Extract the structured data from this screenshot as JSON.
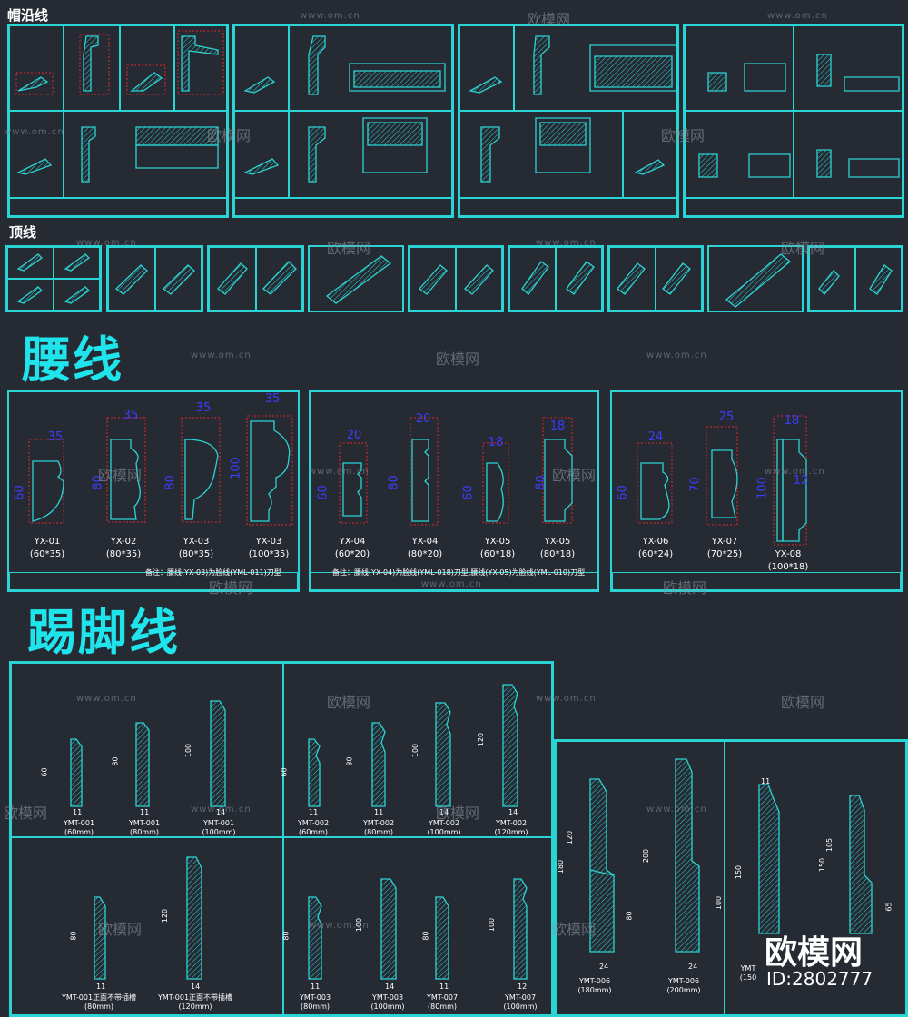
{
  "sections": {
    "maoyan": "帽沿线",
    "dingxian": "顶线",
    "yaoxian": "腰线",
    "tijiao": "踢脚线"
  },
  "waist_profiles": [
    {
      "code": "YX-01",
      "size": "(60*35)",
      "w": "35",
      "h": "60"
    },
    {
      "code": "YX-02",
      "size": "(80*35)",
      "w": "35",
      "h": "80"
    },
    {
      "code": "YX-03",
      "size": "(80*35)",
      "w": "35",
      "h": "80"
    },
    {
      "code": "YX-03",
      "size": "(100*35)",
      "w": "35",
      "h": "100"
    },
    {
      "code": "YX-04",
      "size": "(60*20)",
      "w": "20",
      "h": "60"
    },
    {
      "code": "YX-04",
      "size": "(80*20)",
      "w": "20",
      "h": "80"
    },
    {
      "code": "YX-05",
      "size": "(60*18)",
      "w": "18",
      "h": "60"
    },
    {
      "code": "YX-05",
      "size": "(80*18)",
      "w": "18",
      "h": "80"
    },
    {
      "code": "YX-06",
      "size": "(60*24)",
      "w": "24",
      "h": "60"
    },
    {
      "code": "YX-07",
      "size": "(70*25)",
      "w": "25",
      "h": "70"
    },
    {
      "code": "YX-08",
      "size": "(100*18)",
      "w": "18",
      "h": "100",
      "extra": "12"
    }
  ],
  "waist_notes": [
    "备注：腰线(YX-03)为脸线(YML-011)刀型",
    "备注：腰线(YX-04)为脸线(YML-018)刀型,腰线(YX-05)为脸线(YML-010)刀型"
  ],
  "baseboards": [
    {
      "code": "YMT-001",
      "size": "(60mm)",
      "h": "60",
      "w": "11"
    },
    {
      "code": "YMT-001",
      "size": "(80mm)",
      "h": "80",
      "w": "11"
    },
    {
      "code": "YMT-001",
      "size": "(100mm)",
      "h": "100",
      "w": "14"
    },
    {
      "code": "YMT-002",
      "size": "(60mm)",
      "h": "60",
      "w": "11"
    },
    {
      "code": "YMT-002",
      "size": "(80mm)",
      "h": "80",
      "w": "11"
    },
    {
      "code": "YMT-002",
      "size": "(100mm)",
      "h": "100",
      "w": "14"
    },
    {
      "code": "YMT-002",
      "size": "(120mm)",
      "h": "120",
      "w": "14"
    },
    {
      "code": "YMT-001正面不带插槽",
      "size": "(80mm)",
      "h": "80",
      "w": "11"
    },
    {
      "code": "YMT-001正面不带插槽",
      "size": "(120mm)",
      "h": "120",
      "w": "14"
    },
    {
      "code": "YMT-003",
      "size": "(80mm)",
      "h": "80",
      "w": "11"
    },
    {
      "code": "YMT-003",
      "size": "(100mm)",
      "h": "100",
      "w": "14"
    },
    {
      "code": "YMT-007",
      "size": "(80mm)",
      "h": "80",
      "w": "11"
    },
    {
      "code": "YMT-007",
      "size": "(100mm)",
      "h": "100",
      "w": "12"
    },
    {
      "code": "YMT-006",
      "size": "(180mm)",
      "h": "180",
      "w": "24",
      "sub1": "120",
      "sub2": "80"
    },
    {
      "code": "YMT-006",
      "size": "(200mm)",
      "h": "200",
      "w": "24",
      "sub1": "100"
    },
    {
      "code": "YMT",
      "size": "(150",
      "h": "150",
      "w": "11",
      "sub1": "150",
      "sub2": "105",
      "sub3": "65"
    }
  ],
  "watermark": {
    "url": "www.om.cn",
    "logo": "欧模网"
  },
  "brand": {
    "name": "欧模网",
    "id": "ID:2802777"
  },
  "colors": {
    "background": "#262b33",
    "line": "#2bd4d4",
    "dimension": "#3c3cff",
    "marker": "#e2262b"
  }
}
